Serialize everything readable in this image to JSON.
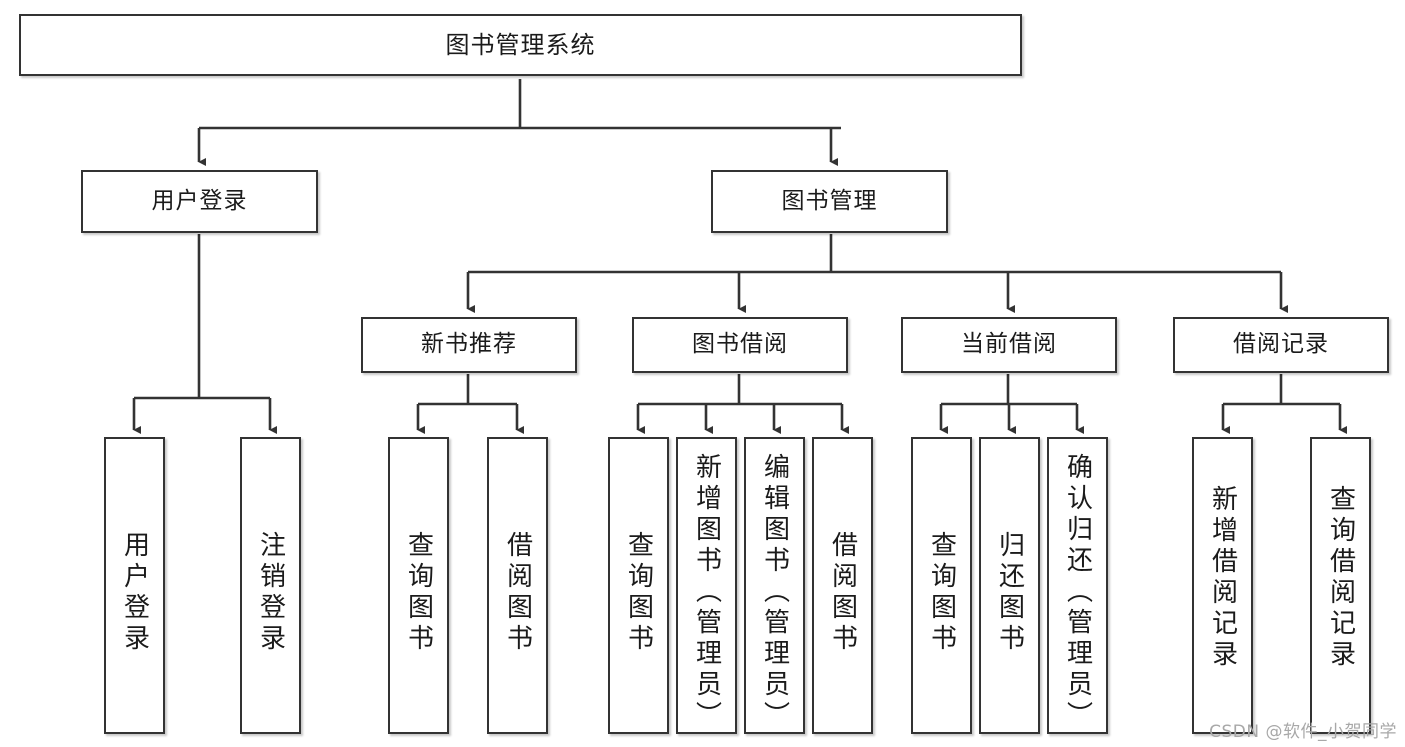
{
  "diagram": {
    "title": "图书管理系统",
    "watermark": "CSDN @软件_小贺同学",
    "line_color": "#333333",
    "box_fill": "#ffffff",
    "text_color": "#1b1b1b",
    "root": {
      "label": "图书管理系统"
    },
    "level1": [
      {
        "label": "用户登录"
      },
      {
        "label": "图书管理"
      }
    ],
    "level2": [
      {
        "label": "新书推荐"
      },
      {
        "label": "图书借阅"
      },
      {
        "label": "当前借阅"
      },
      {
        "label": "借阅记录"
      }
    ],
    "leaves": {
      "user_login": [
        {
          "label": "用户登录"
        },
        {
          "label": "注销登录"
        }
      ],
      "new_book_recommend": [
        {
          "label": "查询图书"
        },
        {
          "label": "借阅图书"
        }
      ],
      "book_borrow": [
        {
          "label": "查询图书"
        },
        {
          "label": "新增图书（管理员）"
        },
        {
          "label": "编辑图书（管理员）"
        },
        {
          "label": "借阅图书"
        }
      ],
      "current_borrow": [
        {
          "label": "查询图书"
        },
        {
          "label": "归还图书"
        },
        {
          "label": "确认归还（管理员）"
        }
      ],
      "borrow_record": [
        {
          "label": "新增借阅记录"
        },
        {
          "label": "查询借阅记录"
        }
      ]
    }
  }
}
